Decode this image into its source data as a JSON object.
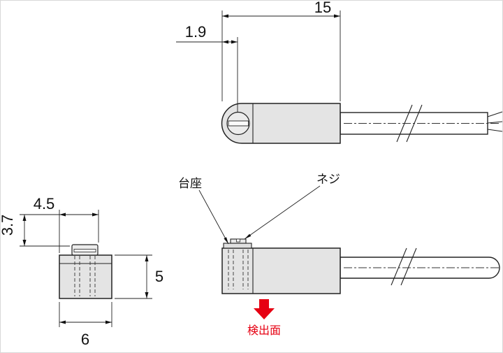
{
  "drawing": {
    "top_view": {
      "dim_length": "15",
      "dim_screw_offset": "1.9"
    },
    "front_view": {
      "dim_width_top": "4.5",
      "dim_height_left": "3.7",
      "dim_height_right": "5",
      "dim_width_bottom": "6"
    },
    "side_view": {
      "label_base": "台座",
      "label_screw": "ネジ",
      "label_detection_face": "検出面"
    },
    "colors": {
      "accent_red": "#e60012",
      "line": "#222222",
      "body_fill": "#e4e4e4"
    }
  }
}
